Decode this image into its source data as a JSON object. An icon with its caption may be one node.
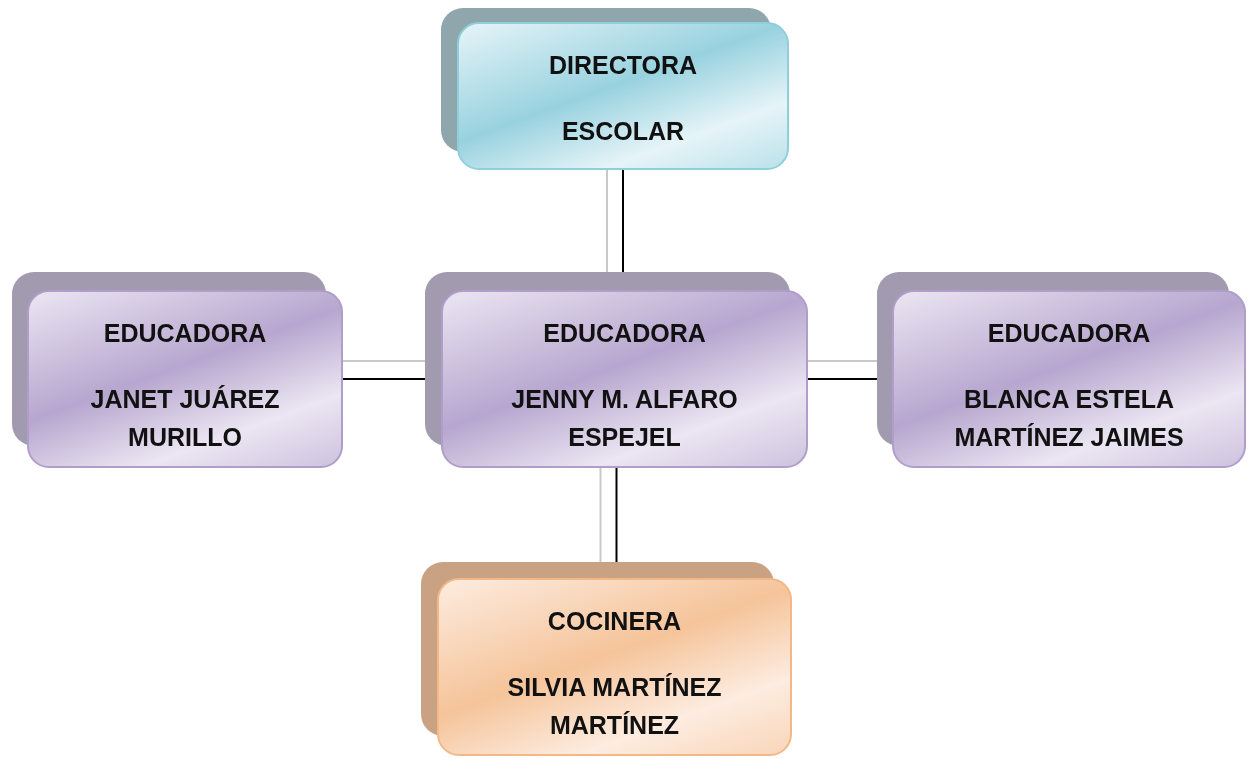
{
  "diagram": {
    "nodes": [
      {
        "text": [
          "DIRECTORA",
          "ESCOLAR"
        ]
      },
      {
        "text": [
          "EDUCADORA",
          "JANET JUÁREZ MURILLO"
        ]
      },
      {
        "text": [
          "EDUCADORA",
          "JENNY M. ALFARO ESPEJEL"
        ]
      },
      {
        "text": [
          "EDUCADORA",
          "BLANCA ESTELA MARTÍNEZ JAIMES"
        ]
      },
      {
        "text": [
          "COCINERA",
          "SILVIA MARTÍNEZ MARTÍNEZ"
        ]
      }
    ],
    "edges": [
      {
        "from": 0,
        "to": 2,
        "arrow": "none"
      },
      {
        "from": 1,
        "to": 2,
        "arrow": "none"
      },
      {
        "from": 2,
        "to": 3,
        "arrow": "none"
      },
      {
        "from": 2,
        "to": 4,
        "arrow": "none"
      }
    ]
  }
}
